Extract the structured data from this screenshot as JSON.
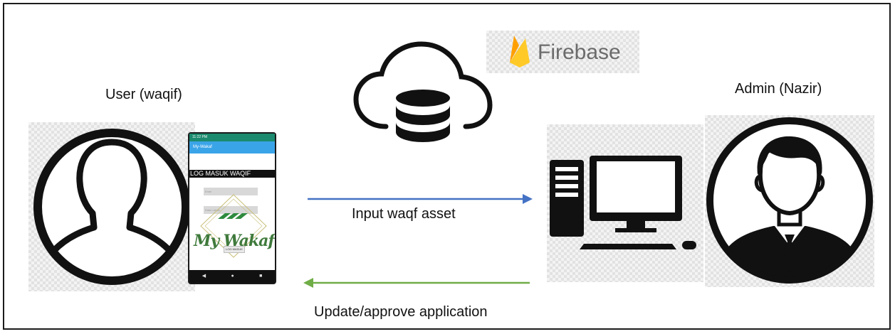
{
  "diagram": {
    "user_label": "User (waqif)",
    "admin_label": "Admin (Nazir)",
    "firebase_label": "Firebase",
    "arrow_forward_label": "Input waqf asset",
    "arrow_back_label": "Update/approve application",
    "arrow_forward_color": "#4472c4",
    "arrow_back_color": "#70ad47",
    "firebase_flame_colors": [
      "#ffa000",
      "#f57c00",
      "#ffca28"
    ]
  },
  "phone": {
    "status_text": "11:22 PM",
    "app_title": "My-Wakaf",
    "login_header": "LOG MASUK WAQIF",
    "email_placeholder": "Emel",
    "password_placeholder": "Kata Laluan",
    "brand_text": "My Wakaf",
    "login_button": "LOG MASUK",
    "nav_icons": [
      "back-icon",
      "home-icon",
      "recents-icon"
    ]
  }
}
